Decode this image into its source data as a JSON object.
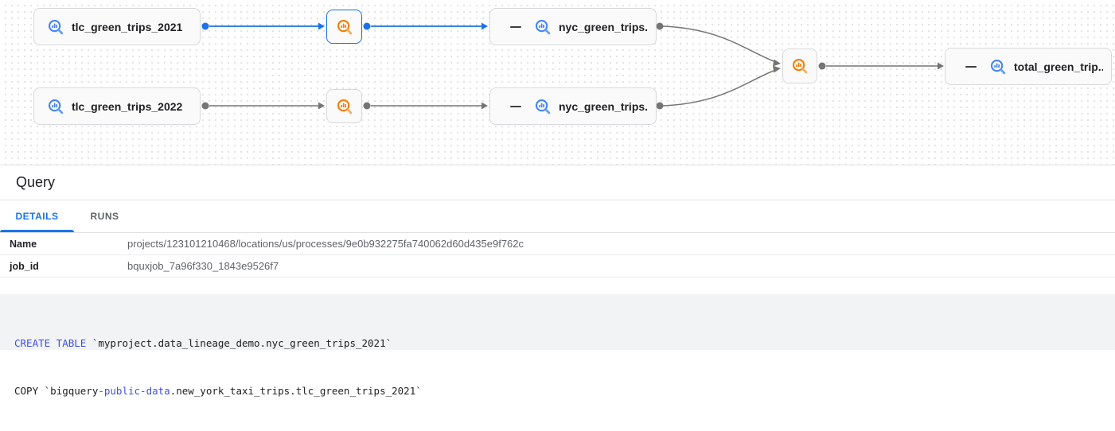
{
  "colors": {
    "accent_blue": "#1a73e8",
    "edge_gray": "#757575",
    "icon_blue": "#4285f4",
    "icon_blue_handle": "#669df6",
    "icon_orange": "#f57c00",
    "icon_orange_handle": "#f9ab00",
    "keyword_blue": "#4150d8",
    "code_background": "#f1f3f4",
    "node_border": "#d6d8db",
    "node_background": "#fafafa"
  },
  "lineage": {
    "nodes": [
      {
        "label": "tlc_green_trips_2021",
        "type": "table"
      },
      {
        "label": "",
        "type": "process",
        "selected": true
      },
      {
        "label": "nyc_green_trips...",
        "type": "table",
        "collapsible": true
      },
      {
        "label": "tlc_green_trips_2022",
        "type": "table"
      },
      {
        "label": "",
        "type": "process"
      },
      {
        "label": "nyc_green_trips...",
        "type": "table",
        "collapsible": true
      },
      {
        "label": "",
        "type": "process"
      },
      {
        "label": "total_green_trip...",
        "type": "table",
        "collapsible": true
      }
    ]
  },
  "panel": {
    "title": "Query",
    "tabs": [
      {
        "label": "DETAILS",
        "active": true
      },
      {
        "label": "RUNS",
        "active": false
      }
    ],
    "details": [
      {
        "key": "Name",
        "value": "projects/123101210468/locations/us/processes/9e0b932275fa740062d60d435e9f762c"
      },
      {
        "key": "job_id",
        "value": "bquxjob_7a96f330_1843e9526f7"
      }
    ],
    "sql": {
      "line1": [
        "CREATE TABLE",
        " `myproject.data_lineage_demo.nyc_green_trips_2021`"
      ],
      "line2": [
        "COPY `bigquery",
        "-public-data",
        ".new_york_taxi_trips.tlc_green_trips_2021`"
      ]
    }
  }
}
